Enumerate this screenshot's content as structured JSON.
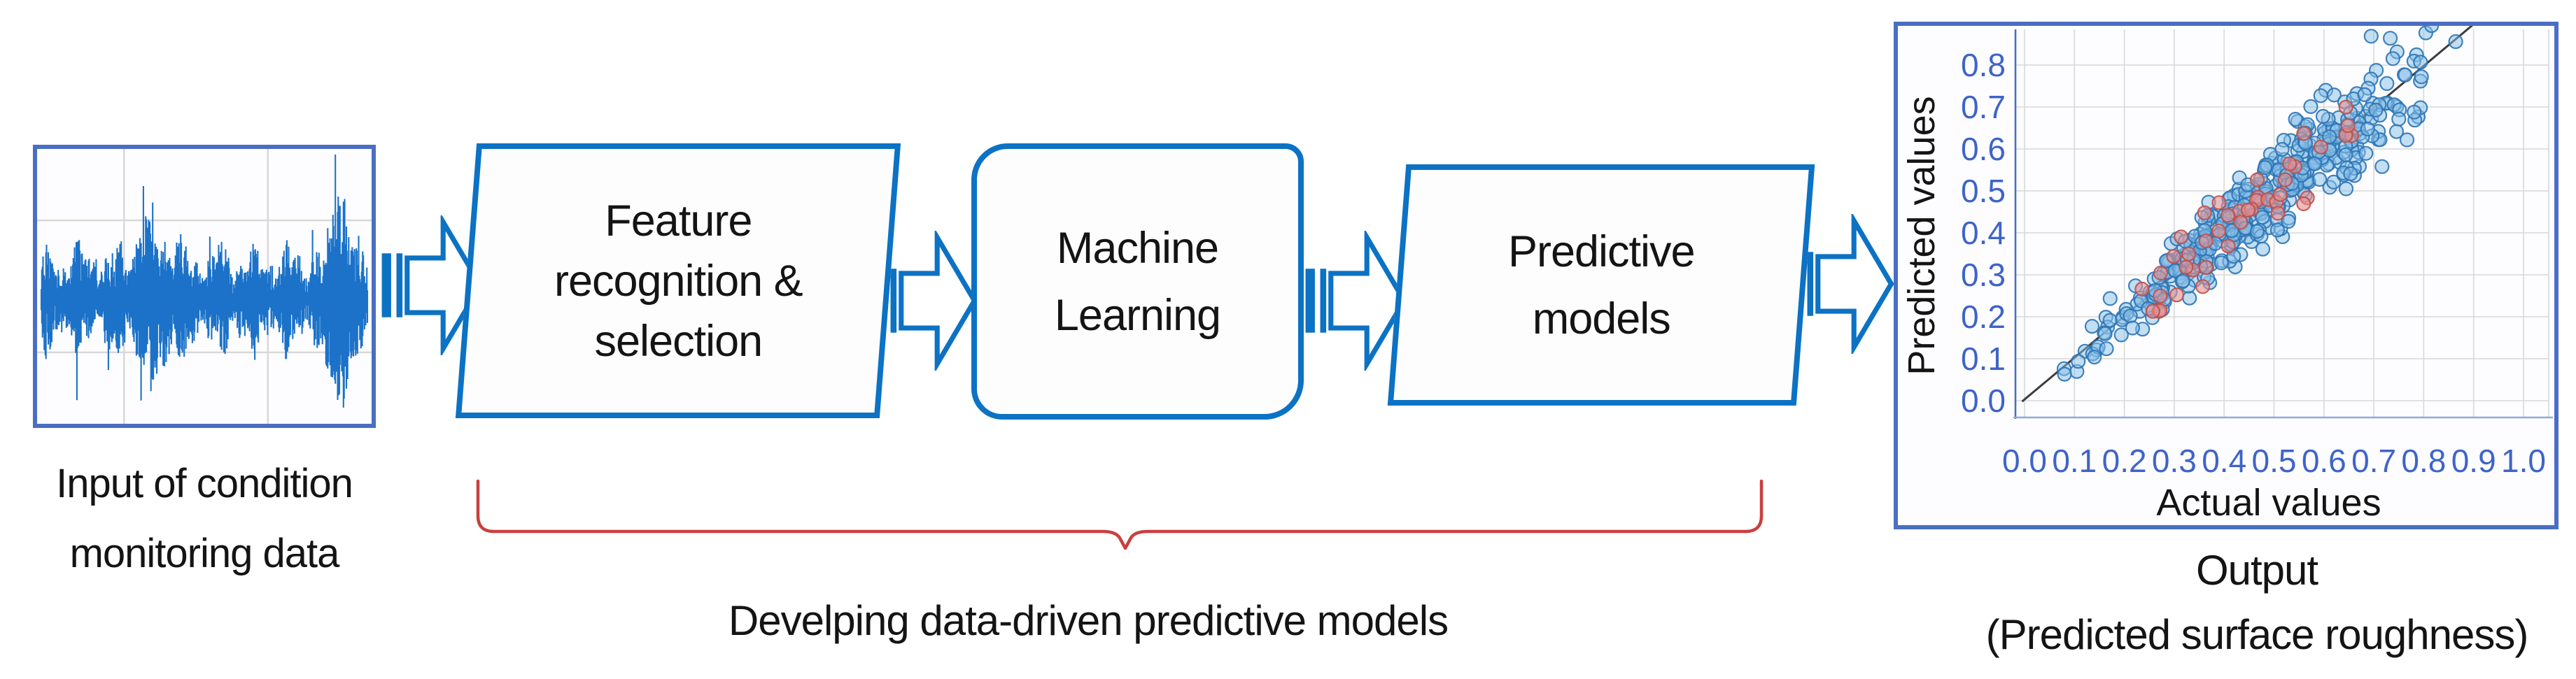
{
  "figure": {
    "input": {
      "caption_line1": "Input of condition",
      "caption_line2": "monitoring data"
    },
    "pipeline": {
      "boxes": [
        {
          "id": "feature",
          "lines": [
            "Feature",
            "recognition &",
            "selection"
          ]
        },
        {
          "id": "ml",
          "lines": [
            "Machine",
            "Learning"
          ]
        },
        {
          "id": "predictive",
          "lines": [
            "Predictive",
            "models"
          ]
        }
      ],
      "brace_label": "Develping data-driven predictive models"
    },
    "output": {
      "caption_line1": "Output",
      "caption_line2": "(Predicted surface roughness)"
    },
    "colors": {
      "process_blue": "#0c72c4",
      "frame_indigo": "#4a6ec4",
      "brace_red": "#c9403e",
      "tick_blue": "#3e64c8",
      "grid_gray": "#d8d8d8",
      "signal_blue": "#1b72c8",
      "trend_gray": "#3d3d3d",
      "text_black": "#141414"
    }
  },
  "chart_data": [
    {
      "type": "line",
      "id": "input-waveform",
      "description": "dense random vibration/condition-monitoring signal, no axis labels",
      "title": "",
      "xlabel": "",
      "ylabel": "",
      "grid": true,
      "grid_vertical_fractions": [
        0.26,
        0.69
      ],
      "grid_horizontal_fractions": [
        0.26,
        0.74
      ],
      "line_color": "#1b72c8",
      "samples": 560,
      "seed": 7,
      "center_fraction": 0.545,
      "base_amplitude": 92,
      "burst_position": 0.915,
      "secondary_burst_position": 0.35
    },
    {
      "type": "scatter",
      "id": "output-scatter",
      "title": "",
      "xlabel": "Actual values",
      "ylabel": "Predicted values",
      "x_ticks": [
        "0.0",
        "0.1",
        "0.2",
        "0.3",
        "0.4",
        "0.5",
        "0.6",
        "0.7",
        "0.8",
        "0.9",
        "1.0"
      ],
      "y_ticks": [
        "0.8",
        "0.7",
        "0.6",
        "0.5",
        "0.4",
        "0.3",
        "0.2",
        "0.1",
        "0.0"
      ],
      "xlim": [
        0.0,
        1.05
      ],
      "ylim": [
        -0.04,
        0.89
      ],
      "grid": true,
      "legend": "none",
      "relationship": "predicted ≈ actual (points scattered around identity line, spread grows with x)",
      "series": [
        {
          "name": "blue-predictions",
          "n": 430,
          "seed": 11,
          "x_range": [
            0.015,
            0.92
          ],
          "noise_sigma": "0.04 + 0.10·x",
          "marker_fill": "#88bfe8",
          "marker_fill_opacity": 0.5,
          "marker_stroke": "#2e75b6",
          "marker_radius": 9.5
        },
        {
          "name": "red-predictions",
          "n": 42,
          "seed": 29,
          "x_range": [
            0.17,
            0.72
          ],
          "noise_sigma": "0.08",
          "marker_fill": "#e58f8f",
          "marker_fill_opacity": 0.6,
          "marker_stroke": "#c0504d",
          "marker_radius": 9.5
        }
      ],
      "trendline": {
        "from_xy": [
          -0.005,
          0.0
        ],
        "to_xy": [
          0.95,
          0.95
        ],
        "color": "#3d3d3d"
      }
    }
  ]
}
